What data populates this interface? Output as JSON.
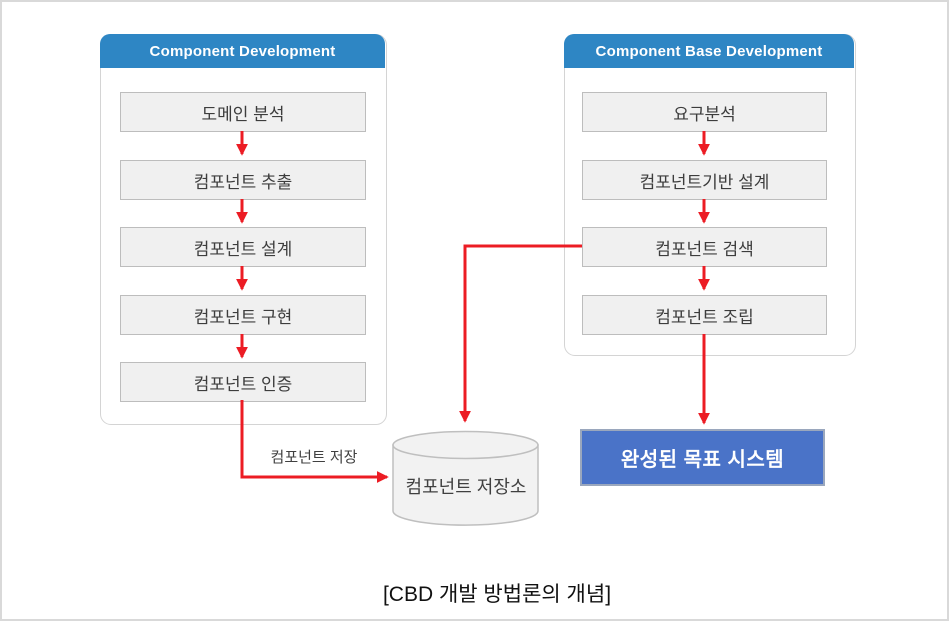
{
  "diagram": {
    "left_panel": {
      "title": "Component Development",
      "steps": [
        "도메인 분석",
        "컴포넌트 추출",
        "컴포넌트 설계",
        "컴포넌트 구현",
        "컴포넌트 인증"
      ]
    },
    "right_panel": {
      "title": "Component Base Development",
      "steps": [
        "요구분석",
        "컴포넌트기반 설계",
        "컴포넌트 검색",
        "컴포넌트 조립"
      ]
    },
    "repository": {
      "label": "컴포넌트 저장소"
    },
    "store_arrow_label": "컴포넌트 저장",
    "target_system": {
      "label": "완성된 목표 시스템"
    },
    "caption": "[CBD 개발 방법론의 개념]",
    "colors": {
      "header_blue": "#2e86c4",
      "target_blue": "#4a73c8",
      "arrow_red": "#ec1c24",
      "step_fill": "#f0f0f0",
      "step_border": "#bdbdbd",
      "panel_border": "#d4d4d4"
    }
  }
}
